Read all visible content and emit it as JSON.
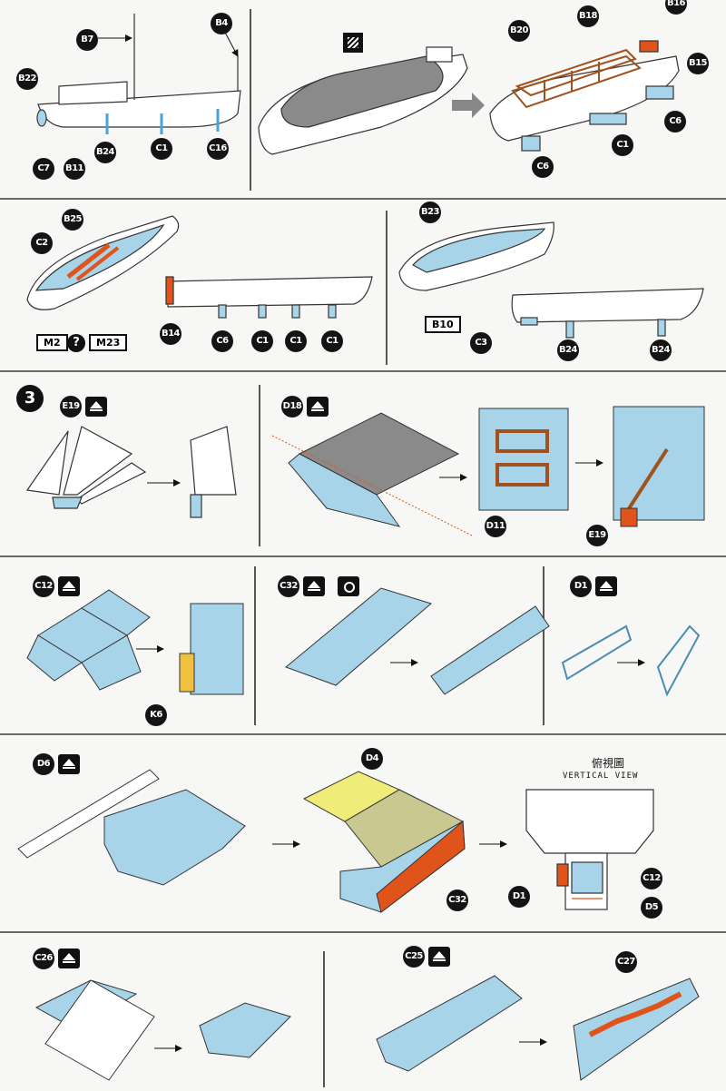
{
  "step_number": "3",
  "row1": {
    "left_labels": [
      "B7",
      "B4",
      "B22",
      "B24",
      "C1",
      "C16",
      "C7",
      "B11"
    ],
    "right_labels": [
      "B18",
      "B16",
      "B20",
      "B15",
      "C6",
      "C1",
      "C6"
    ]
  },
  "row2": {
    "left_labels": [
      "B25",
      "C2",
      "B14",
      "C6",
      "C1",
      "C1",
      "C1"
    ],
    "option_left": "M2",
    "option_mid": "?",
    "option_right": "M23",
    "right_labels": [
      "B23",
      "C3",
      "B24",
      "B24"
    ],
    "part_box": "B10"
  },
  "row3": {
    "left_label": "E19",
    "right_labels": [
      "D18",
      "D11",
      "E19"
    ]
  },
  "row4": {
    "labels": [
      "C12",
      "K6",
      "C32",
      "D1"
    ]
  },
  "row5": {
    "labels": [
      "D6",
      "D4",
      "C32",
      "D1",
      "C12",
      "D5"
    ],
    "view_title_cn": "俯視圖",
    "view_title_en": "VERTICAL VIEW"
  },
  "row6": {
    "labels": [
      "C26",
      "C25",
      "C27"
    ]
  },
  "colors": {
    "part_blue": "#a8d4ea",
    "etch_orange": "#e0541c",
    "deck_yellow": "#f0ec7a",
    "frame_brown": "#a0521e"
  }
}
